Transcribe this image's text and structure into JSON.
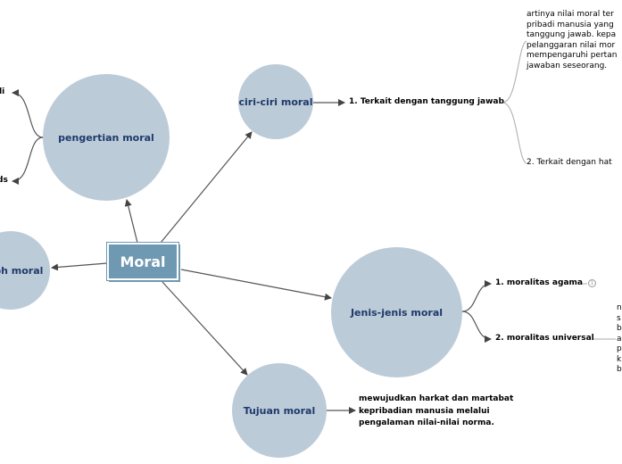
{
  "central": "Moral",
  "topics": {
    "pengertian": "pengertian moral",
    "ciri": "ciri-ciri moral",
    "contoh": "oh moral",
    "jenis": "Jenis-jenis moral",
    "tujuan": "Tujuan moral"
  },
  "left_stubs": [
    "ali",
    "ds"
  ],
  "ciri_items": [
    "1. Terkait dengan tanggung jawab",
    "2. Terkait dengan hat"
  ],
  "ciri_detail": [
    "artinya nilai moral ter",
    "pribadi manusia yang",
    "tanggung jawab. kepa",
    "pelanggaran nilai mor",
    "mempengaruhi pertan",
    "jawaban seseorang."
  ],
  "jenis_items": [
    "1. moralitas agama",
    "2. moralitas universal"
  ],
  "jenis_collapsed_count": "1",
  "universal_detail": [
    "n",
    "s",
    "b",
    "a",
    "p",
    "k",
    "b"
  ],
  "tujuan_text": [
    "mewujudkan harkat dan martabat",
    "kepribadian manusia melalui",
    "pengalaman nilai-nilai norma."
  ]
}
